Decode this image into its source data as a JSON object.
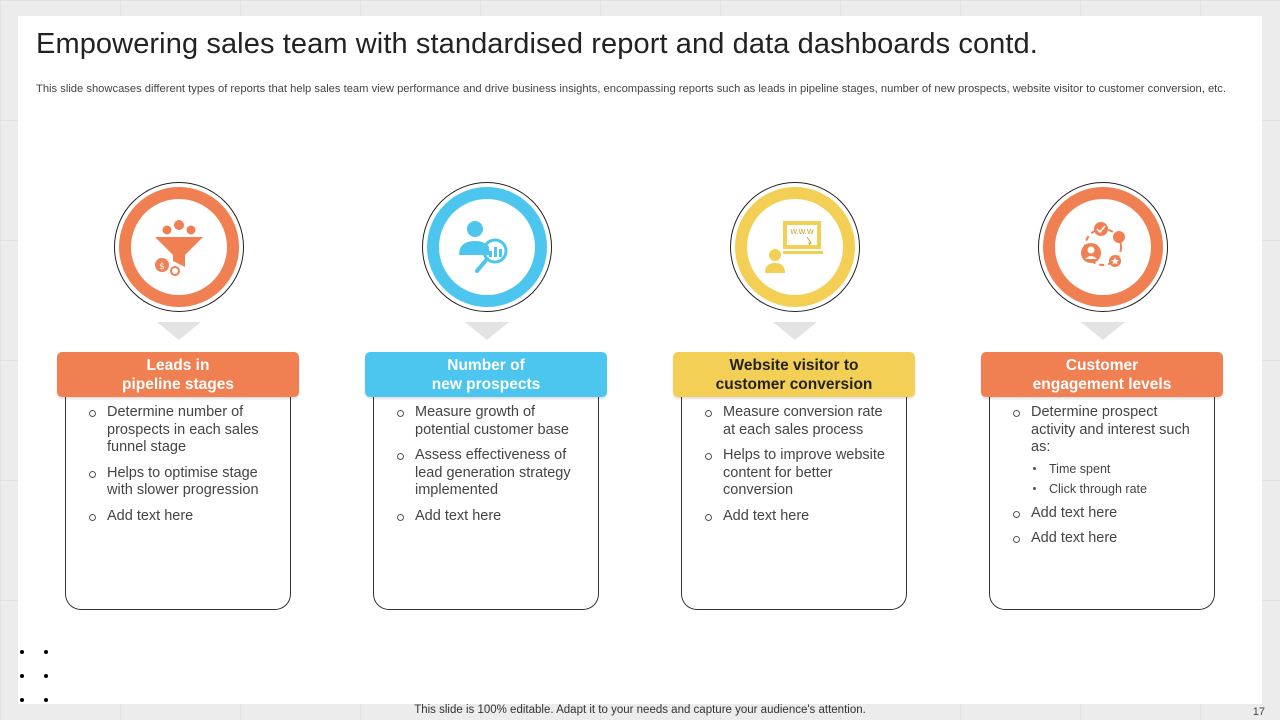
{
  "title": "Empowering sales team with standardised report and data dashboards contd.",
  "subtitle": "This slide showcases different types of reports that help sales team view performance and drive business insights, encompassing reports such as leads in pipeline stages, number of new prospects, website visitor to customer conversion, etc.",
  "colors": {
    "orange": "#f07f52",
    "blue": "#4cc6ef",
    "yellow": "#f4cf56"
  },
  "cards": [
    {
      "icon": "sales-funnel-icon",
      "header_lines": [
        "Leads in",
        "pipeline stages"
      ],
      "bullets": [
        "Determine number of prospects in each sales funnel stage",
        "Helps to optimise stage with slower progression",
        "Add text here"
      ]
    },
    {
      "icon": "prospect-analytics-icon",
      "header_lines": [
        "Number of",
        "new prospects"
      ],
      "bullets": [
        "Measure growth of potential customer base",
        "Assess effectiveness of lead generation strategy implemented",
        "Add text here"
      ]
    },
    {
      "icon": "website-visitor-icon",
      "header_lines": [
        "Website visitor to",
        "customer conversion"
      ],
      "bullets": [
        "Measure conversion rate at each sales process",
        "Helps to improve website content for better conversion",
        "Add text here"
      ]
    },
    {
      "icon": "customer-engagement-icon",
      "header_lines": [
        "Customer",
        "engagement levels"
      ],
      "bullets": [
        "Determine prospect activity and interest such as:",
        "Add text here",
        "Add text here"
      ],
      "sub_bullets": [
        "Time spent",
        "Click through rate"
      ]
    }
  ],
  "footer": "This slide is 100% editable. Adapt it to your needs and capture your audience's attention.",
  "page_number": "17"
}
